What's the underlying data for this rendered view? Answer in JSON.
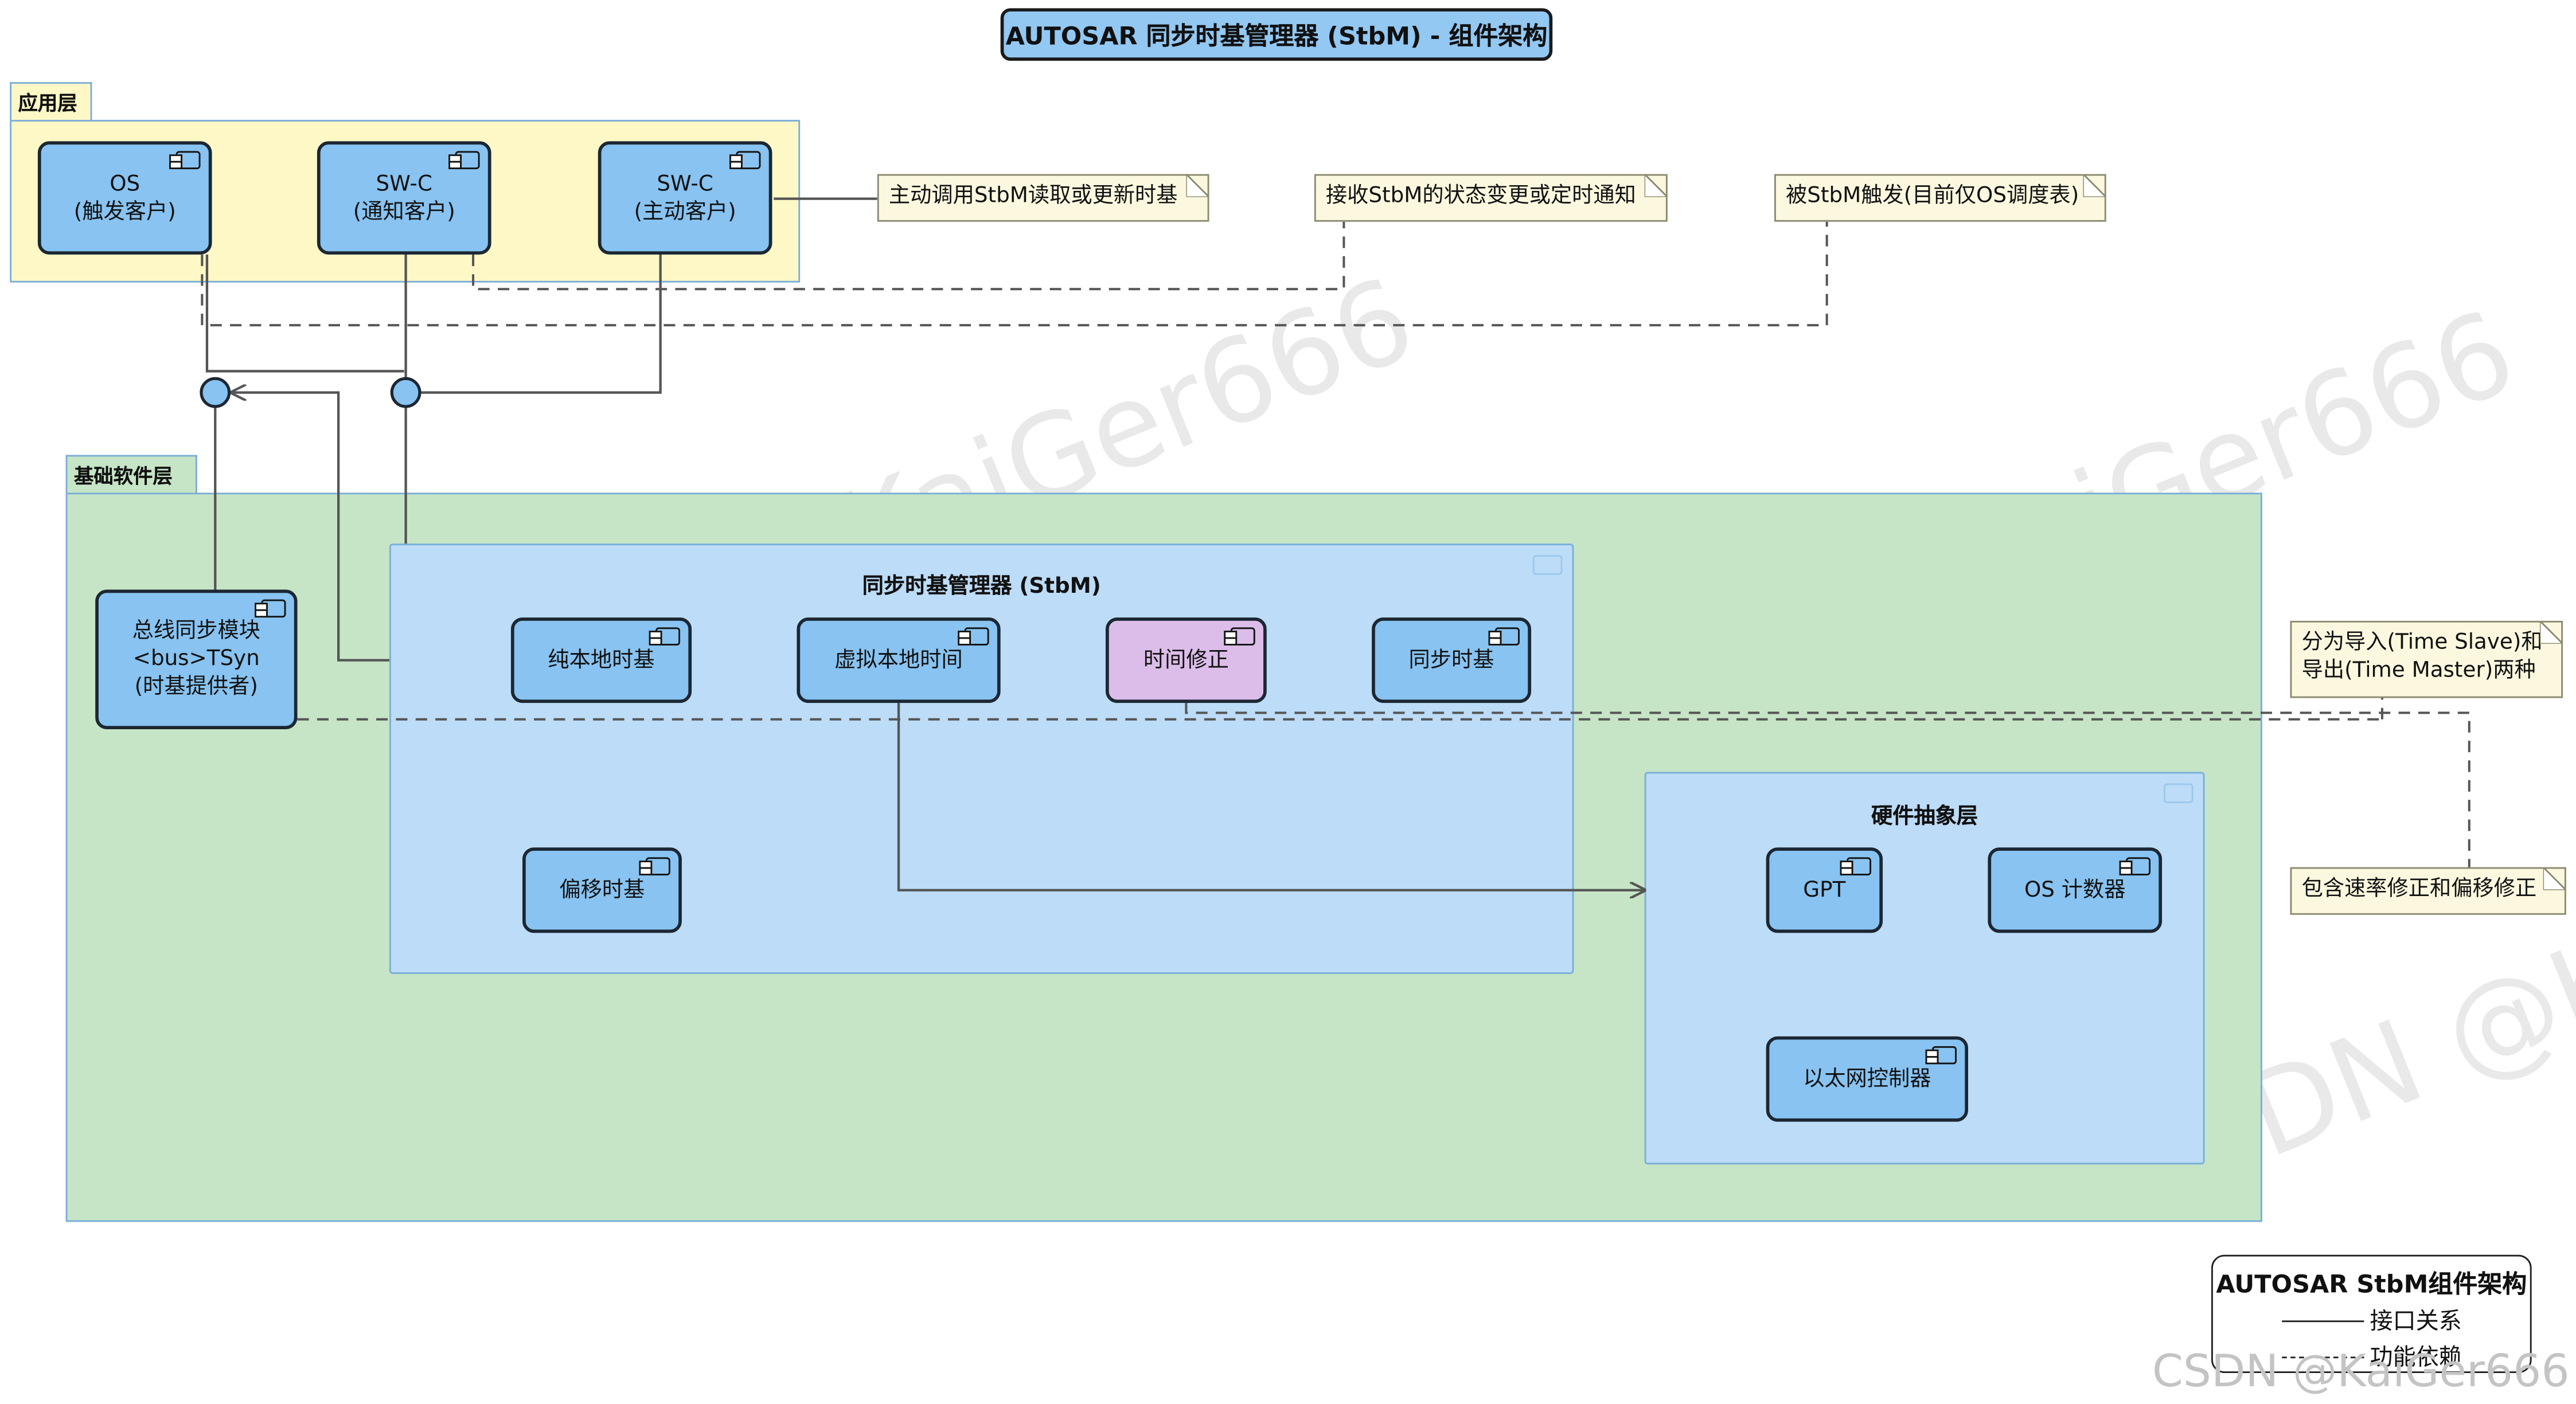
{
  "title": "AUTOSAR 同步时基管理器 (StbM) - 组件架构",
  "packages": {
    "app": {
      "label": "应用层"
    },
    "bsw": {
      "label": "基础软件层"
    }
  },
  "components": {
    "os": {
      "line1": "OS",
      "line2": "(触发客户)"
    },
    "swc_notify": {
      "line1": "SW-C",
      "line2": "(通知客户)"
    },
    "swc_active": {
      "line1": "SW-C",
      "line2": "(主动客户)"
    },
    "bus_tsyn": {
      "line1": "总线同步模块",
      "line2": "<bus>TSyn",
      "line3": "(时基提供者)"
    },
    "pure_local": {
      "label": "纯本地时基"
    },
    "virtual_local": {
      "label": "虚拟本地时间"
    },
    "time_correction": {
      "label": "时间修正"
    },
    "sync_time_base": {
      "label": "同步时基"
    },
    "offset_time_base": {
      "label": "偏移时基"
    },
    "gpt": {
      "label": "GPT"
    },
    "os_counter": {
      "label": "OS 计数器"
    },
    "eth_controller": {
      "label": "以太网控制器"
    }
  },
  "containers": {
    "stbm": {
      "label": "同步时基管理器 (StbM)"
    },
    "hal": {
      "label": "硬件抽象层"
    }
  },
  "notes": {
    "active_client": "主动调用StbM读取或更新时基",
    "notify_client": "接收StbM的状态变更或定时通知",
    "trigger_client": "被StbM触发(目前仅OS调度表)",
    "sync_time_base_line1": "分为导入(Time Slave)和",
    "sync_time_base_line2": "导出(Time Master)两种",
    "time_correction": "包含速率修正和偏移修正"
  },
  "legend": {
    "title": "AUTOSAR StbM组件架构",
    "solid": "接口关系",
    "dashed": "功能依赖"
  },
  "watermark": "CSDN @KaiGer666",
  "colors": {
    "app_layer": "#fdf8c6",
    "bsw_layer": "#c6e5c6",
    "container": "#bcdcf7",
    "component": "#88c3f1",
    "highlight": "#dcbde9",
    "note": "#fbf8df"
  }
}
